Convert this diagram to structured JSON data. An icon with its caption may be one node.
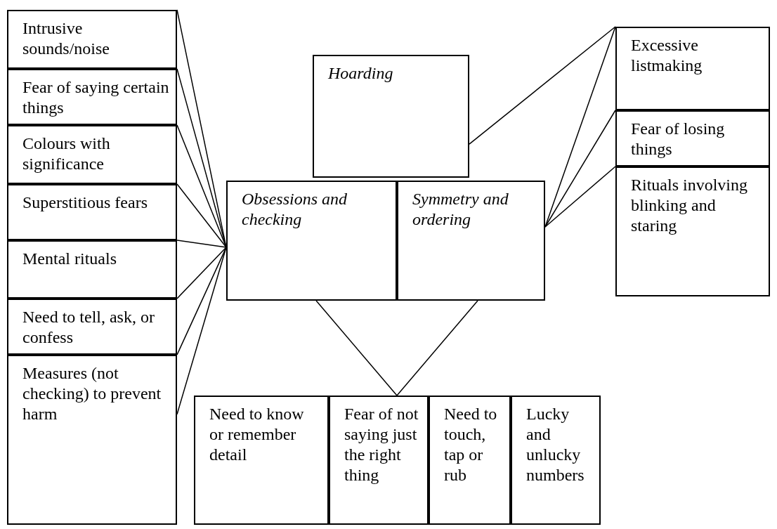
{
  "diagram": {
    "nodes": [
      {
        "text": [
          "Intrusive sounds/noise"
        ]
      },
      {
        "text": [
          "Fear of saying certain things"
        ]
      },
      {
        "text": [
          "Colours with significance"
        ]
      },
      {
        "text": [
          "Superstitious fears"
        ]
      },
      {
        "text": [
          "Mental rituals"
        ]
      },
      {
        "text": [
          "Need to tell, ask, or confess"
        ]
      },
      {
        "text": [
          "Measures (not checking) to prevent harm"
        ]
      },
      {
        "text": [
          "Hoarding"
        ]
      },
      {
        "text": [
          "Obsessions and checking"
        ]
      },
      {
        "text": [
          "Symmetry and ordering"
        ]
      },
      {
        "text": [
          "Excessive listmaking"
        ]
      },
      {
        "text": [
          "Fear of losing things"
        ]
      },
      {
        "text": [
          "Rituals involving blinking and staring"
        ]
      },
      {
        "text": [
          "Need to know or remember detail"
        ]
      },
      {
        "text": [
          "Fear of not saying just the right thing"
        ]
      },
      {
        "text": [
          "Need to touch, tap or rub"
        ]
      },
      {
        "text": [
          "Lucky and unlucky numbers"
        ]
      }
    ],
    "edges": [
      {
        "from": 0,
        "to": 8,
        "arrow": "none"
      },
      {
        "from": 1,
        "to": 8,
        "arrow": "none"
      },
      {
        "from": 2,
        "to": 8,
        "arrow": "none"
      },
      {
        "from": 3,
        "to": 8,
        "arrow": "none"
      },
      {
        "from": 4,
        "to": 8,
        "arrow": "none"
      },
      {
        "from": 5,
        "to": 8,
        "arrow": "none"
      },
      {
        "from": 6,
        "to": 8,
        "arrow": "none"
      },
      {
        "from": 6,
        "to": 8,
        "arrow": "none"
      },
      {
        "from": 7,
        "to": 10,
        "arrow": "none"
      },
      {
        "from": 9,
        "to": 10,
        "arrow": "none"
      },
      {
        "from": 9,
        "to": 11,
        "arrow": "none"
      },
      {
        "from": 9,
        "to": 12,
        "arrow": "none"
      },
      {
        "from": 8,
        "to": 14,
        "arrow": "none"
      },
      {
        "from": 9,
        "to": 14,
        "arrow": "none"
      }
    ]
  }
}
